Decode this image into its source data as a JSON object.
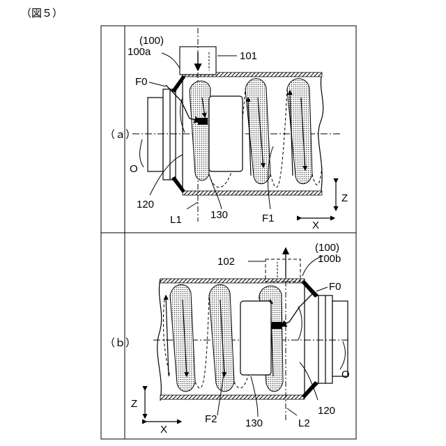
{
  "figure": {
    "caption": "（図５）",
    "panels": [
      {
        "id": "a",
        "row_label": "（ａ）",
        "labels": {
          "ref_parent": "(100)",
          "ref_cyclone": "100a",
          "ref_inlet": "101",
          "flow_in": "F0",
          "axis_o": "O",
          "ref_cylinder": "120",
          "ref_baffle": "130",
          "line": "L1",
          "flow_spiral": "F1",
          "axis_z": "Z",
          "axis_x": "X"
        }
      },
      {
        "id": "b",
        "row_label": "（ｂ）",
        "labels": {
          "ref_parent": "(100)",
          "ref_cyclone": "100b",
          "ref_inlet": "102",
          "flow_in": "F0",
          "axis_o": "O",
          "ref_cylinder": "120",
          "ref_baffle": "130",
          "line": "L2",
          "flow_spiral": "F2",
          "axis_z": "Z",
          "axis_x": "X"
        }
      }
    ]
  },
  "colors": {
    "line": "#000000",
    "hatch": "#555555",
    "fill": "#ffffff"
  }
}
